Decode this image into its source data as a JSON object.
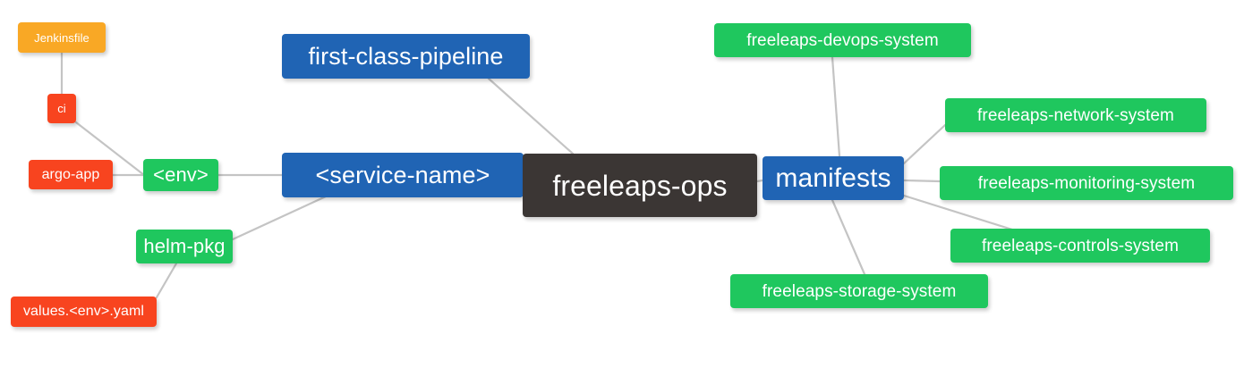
{
  "diagram": {
    "type": "mindmap",
    "title": "freeleaps-ops",
    "background": "#ffffff",
    "edge_color": "#c4c4c4",
    "palette": {
      "root": "#3b3634",
      "blue": "#2064b4",
      "green": "#1fc75e",
      "orange": "#f9a825",
      "red_orange": "#f8441f",
      "text": "#ffffff"
    }
  },
  "nodes": {
    "root": {
      "label": "freeleaps-ops",
      "color": "#3b3634"
    },
    "first_class_pipeline": {
      "label": "first-class-pipeline",
      "color": "#2064b4"
    },
    "service_name": {
      "label": "<service-name>",
      "color": "#2064b4"
    },
    "env": {
      "label": "<env>",
      "color": "#1fc75e"
    },
    "ci": {
      "label": "ci",
      "color": "#f8441f"
    },
    "jenkinsfile": {
      "label": "Jenkinsfile",
      "color": "#f9a825"
    },
    "argo_app": {
      "label": "argo-app",
      "color": "#f8441f"
    },
    "helm_pkg": {
      "label": "helm-pkg",
      "color": "#1fc75e"
    },
    "values_yaml": {
      "label": "values.<env>.yaml",
      "color": "#f8441f"
    },
    "manifests": {
      "label": "manifests",
      "color": "#2064b4"
    },
    "devops_system": {
      "label": "freeleaps-devops-system",
      "color": "#1fc75e"
    },
    "network_system": {
      "label": "freeleaps-network-system",
      "color": "#1fc75e"
    },
    "monitoring_system": {
      "label": "freeleaps-monitoring-system",
      "color": "#1fc75e"
    },
    "controls_system": {
      "label": "freeleaps-controls-system",
      "color": "#1fc75e"
    },
    "storage_system": {
      "label": "freeleaps-storage-system",
      "color": "#1fc75e"
    }
  },
  "edges": [
    {
      "from": "first_class_pipeline",
      "to": "root"
    },
    {
      "from": "service_name",
      "to": "root"
    },
    {
      "from": "manifests",
      "to": "root"
    },
    {
      "from": "env",
      "to": "service_name"
    },
    {
      "from": "helm_pkg",
      "to": "service_name"
    },
    {
      "from": "ci",
      "to": "env"
    },
    {
      "from": "jenkinsfile",
      "to": "ci"
    },
    {
      "from": "argo_app",
      "to": "env"
    },
    {
      "from": "values_yaml",
      "to": "helm_pkg"
    },
    {
      "from": "devops_system",
      "to": "manifests"
    },
    {
      "from": "network_system",
      "to": "manifests"
    },
    {
      "from": "monitoring_system",
      "to": "manifests"
    },
    {
      "from": "controls_system",
      "to": "manifests"
    },
    {
      "from": "storage_system",
      "to": "manifests"
    }
  ]
}
